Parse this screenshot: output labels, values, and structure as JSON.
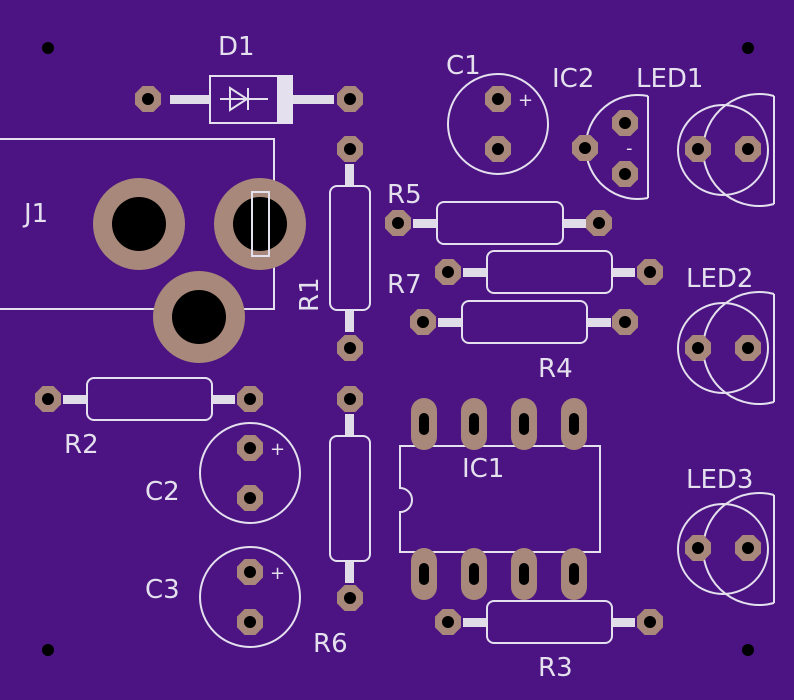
{
  "board": {
    "colors": {
      "substrate": "#4b1482",
      "silkscreen": "#e4e0ee",
      "pad": "#a8887a",
      "drill": "#000000",
      "lead": "#e0dce8"
    }
  },
  "components": {
    "D1": "D1",
    "J1": "J1",
    "R1": "R1",
    "R2": "R2",
    "R3": "R3",
    "R4": "R4",
    "R5": "R5",
    "R6": "R6",
    "R7": "R7",
    "C1": "C1",
    "C2": "C2",
    "C3": "C3",
    "IC1": "IC1",
    "IC2": "IC2",
    "LED1": "LED1",
    "LED2": "LED2",
    "LED3": "LED3"
  },
  "marks": {
    "plus": "+",
    "minus": "-"
  }
}
